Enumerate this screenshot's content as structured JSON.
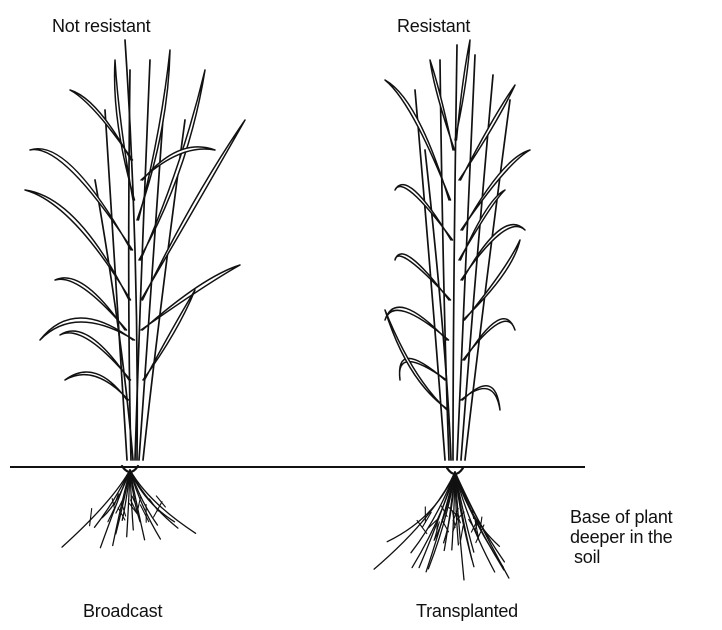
{
  "labels": {
    "left_top": "Not resistant",
    "right_top": "Resistant",
    "left_bottom": "Broadcast",
    "right_bottom": "Transplanted",
    "side_note": [
      "Base of plant",
      "deeper in the",
      "soil"
    ]
  },
  "colors": {
    "ink": "#111111",
    "background": "#ffffff"
  }
}
